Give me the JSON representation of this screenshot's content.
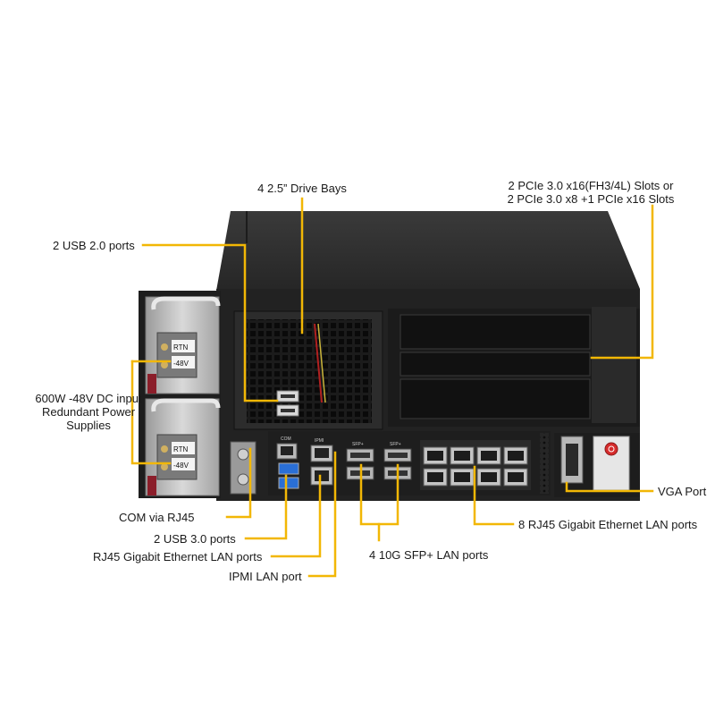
{
  "labels": {
    "drive_bays": "4 2.5” Drive Bays",
    "pcie_slots": [
      "2 PCIe 3.0 x16(FH3/4L) Slots or",
      "2 PCIe 3.0 x8 +1 PCIe x16 Slots"
    ],
    "usb20": "2 USB 2.0 ports",
    "psu": [
      "600W -48V DC input",
      "Redundant Power",
      "Supplies"
    ],
    "vga": "VGA Port",
    "com": "COM via RJ45",
    "usb30": "2 USB 3.0 ports",
    "rj45_gbe": "RJ45 Gigabit Ethernet LAN ports",
    "ipmi": "IPMI LAN port",
    "sfp": "4 10G SFP+ LAN ports",
    "rj45_8": "8 RJ45 Gigabit Ethernet LAN ports"
  },
  "device_markings": {
    "psu_rtn": "RTN",
    "psu_voltage": "-48V",
    "com_port": "COM",
    "ipmi_port": "IPMI",
    "sfp_port": "SFP+"
  },
  "colors": {
    "callout_line": "#f2b705",
    "chassis": "#242424",
    "chassis_top": "#2f2f2f",
    "psu_metal": "#c9c9c9",
    "port_metal": "#b8b8b8",
    "usb3_blue": "#2a6fd6",
    "power_button_red": "#d62b2b"
  }
}
